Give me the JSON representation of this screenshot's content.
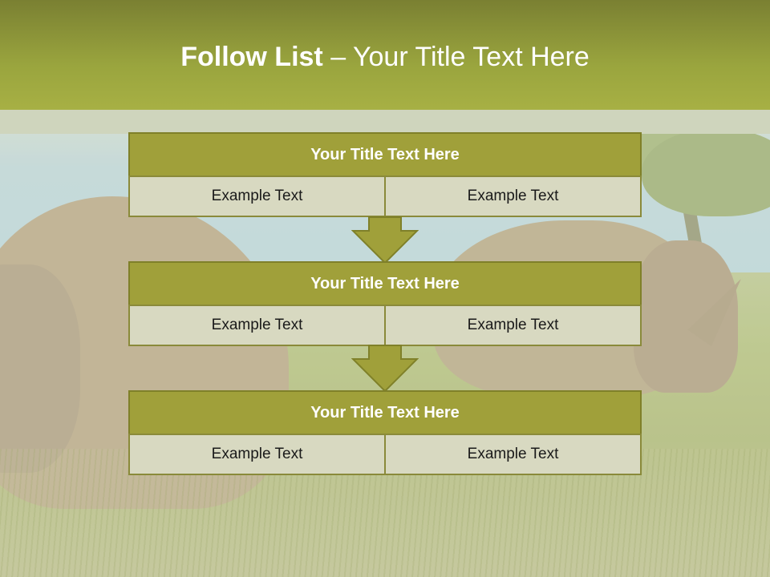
{
  "slide": {
    "title_bold": "Follow List",
    "title_rest": " – Your Title Text Here"
  },
  "blocks": [
    {
      "title": "Your Title Text Here",
      "left": "Example Text",
      "right": "Example Text"
    },
    {
      "title": "Your Title Text Here",
      "left": "Example Text",
      "right": "Example Text"
    },
    {
      "title": "Your Title Text Here",
      "left": "Example Text",
      "right": "Example Text"
    }
  ],
  "colors": {
    "header": "#9aa53e",
    "block_title_fill": "#a0a03a",
    "cell_fill": "#d8d9c1",
    "arrow_fill": "#a0a03a"
  }
}
